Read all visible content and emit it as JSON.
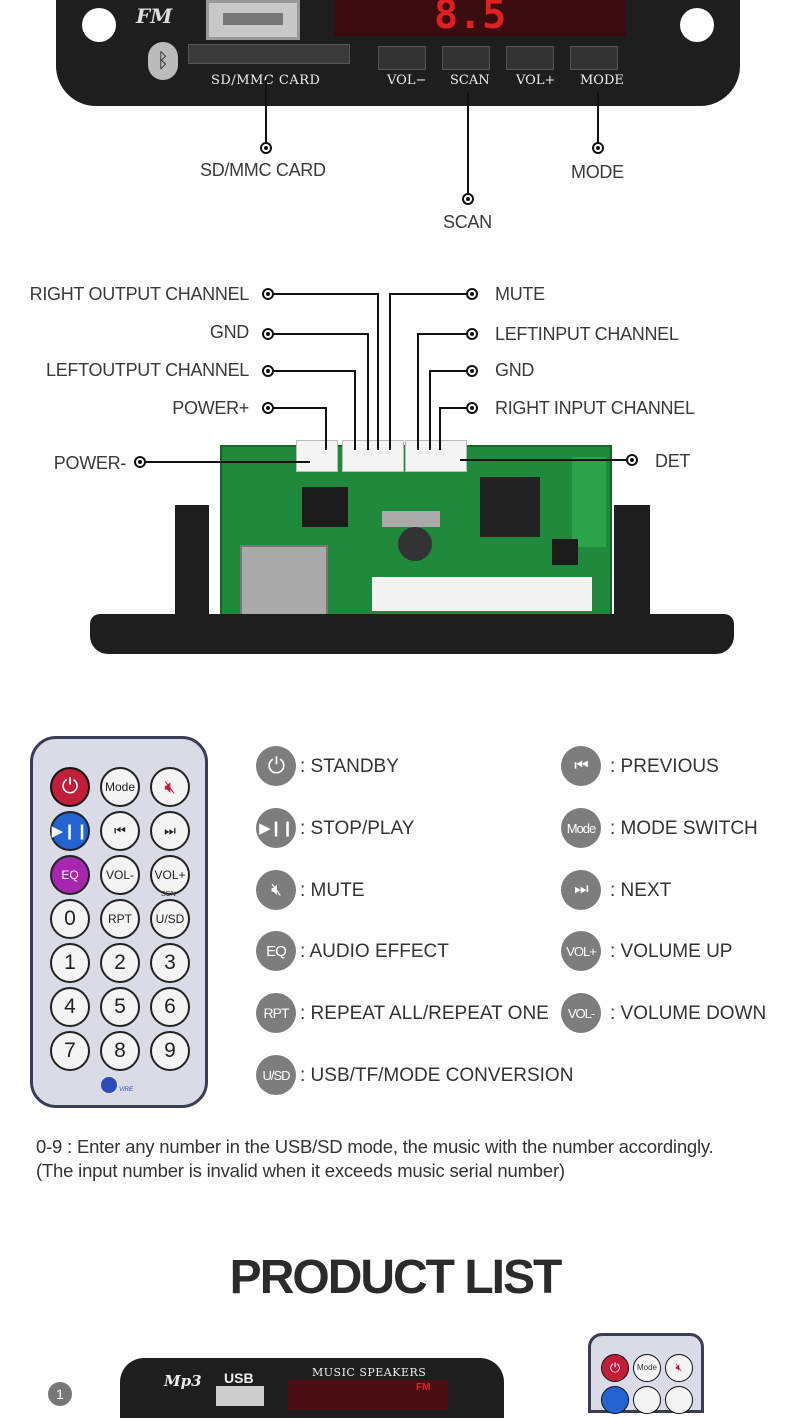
{
  "top_board": {
    "fm_logo": "FM",
    "card_slot_label": "SD/MMC CARD",
    "buttons": [
      "VOL−",
      "SCAN",
      "VOL+",
      "MODE"
    ],
    "callouts": {
      "sdmmc": "SD/MMC CARD",
      "scan": "SCAN",
      "mode": "MODE"
    }
  },
  "connectors": {
    "left": [
      "RIGHT OUTPUT CHANNEL",
      "GND",
      "LEFTOUTPUT CHANNEL",
      "POWER+",
      "POWER-"
    ],
    "right": [
      "MUTE",
      "LEFTINPUT CHANNEL",
      "GND",
      "RIGHT INPUT CHANNEL",
      "DET"
    ]
  },
  "remote": {
    "keys_row1": [
      "Mode"
    ],
    "keys_row2": [],
    "keys_row3": [
      "EQ",
      "VOL-",
      "VOL+"
    ],
    "keys_row4": [
      "0",
      "RPT",
      "U/SD"
    ],
    "digits": [
      "1",
      "2",
      "3",
      "4",
      "5",
      "6",
      "7",
      "8",
      "9"
    ],
    "brand": "VIRE",
    "scan_tag": "SCN"
  },
  "legend_left": [
    {
      "icon": "power-icon",
      "text": ": STANDBY"
    },
    {
      "icon": "play-pause-icon",
      "text": ": STOP/PLAY"
    },
    {
      "icon": "mute-icon",
      "text": ": MUTE"
    },
    {
      "icon": "EQ",
      "text": ": AUDIO EFFECT"
    },
    {
      "icon": "RPT",
      "text": ": REPEAT ALL/REPEAT ONE"
    },
    {
      "icon": "U/SD",
      "text": ": USB/TF/MODE CONVERSION"
    }
  ],
  "legend_right": [
    {
      "icon": "previous-icon",
      "text": ":  PREVIOUS"
    },
    {
      "icon": "Mode",
      "text": ":  MODE SWITCH"
    },
    {
      "icon": "next-icon",
      "text": ":  NEXT"
    },
    {
      "icon": "VOL+",
      "text": ":  VOLUME UP"
    },
    {
      "icon": "VOL-",
      "text": ":  VOLUME DOWN"
    }
  ],
  "note_line1": "0-9 : Enter any number in the USB/SD mode, the  music with the number accordingly.",
  "note_line2": "(The input number is invalid when it exceeds music serial number)",
  "product_list_title": "PRODUCT LIST",
  "product": {
    "number": "1",
    "mp3_logo": "Mp3",
    "usb_label": "USB",
    "speakers_label": "MUSIC SPEAKERS",
    "fm_tag": "FM",
    "remote_mode": "Mode"
  },
  "colors": {
    "panel": "#1e1e1e",
    "pcb": "#1f8a3c",
    "icon_grey": "#7d7d7d",
    "display_red": "#e02020"
  }
}
